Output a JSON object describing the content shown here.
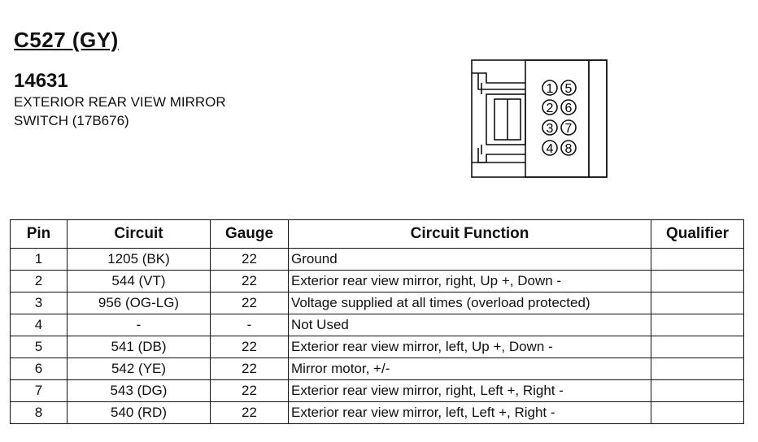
{
  "header": {
    "connector_id": "C527 (GY)",
    "part_number": "14631",
    "description_line1": "EXTERIOR REAR VIEW MIRROR",
    "description_line2": "SWITCH (17B676)"
  },
  "connector": {
    "pins_left": [
      "1",
      "2",
      "3",
      "4"
    ],
    "pins_right": [
      "5",
      "6",
      "7",
      "8"
    ]
  },
  "table": {
    "headers": [
      "Pin",
      "Circuit",
      "Gauge",
      "Circuit Function",
      "Qualifier"
    ],
    "rows": [
      {
        "pin": "1",
        "circuit": "1205 (BK)",
        "gauge": "22",
        "function": "Ground",
        "qualifier": ""
      },
      {
        "pin": "2",
        "circuit": "544 (VT)",
        "gauge": "22",
        "function": "Exterior rear view mirror, right, Up +, Down -",
        "qualifier": ""
      },
      {
        "pin": "3",
        "circuit": "956 (OG-LG)",
        "gauge": "22",
        "function": "Voltage supplied at all times (overload protected)",
        "qualifier": ""
      },
      {
        "pin": "4",
        "circuit": "-",
        "gauge": "-",
        "function": "Not Used",
        "qualifier": ""
      },
      {
        "pin": "5",
        "circuit": "541 (DB)",
        "gauge": "22",
        "function": "Exterior rear view mirror, left, Up +, Down -",
        "qualifier": ""
      },
      {
        "pin": "6",
        "circuit": "542 (YE)",
        "gauge": "22",
        "function": "Mirror motor, +/-",
        "qualifier": ""
      },
      {
        "pin": "7",
        "circuit": "543 (DG)",
        "gauge": "22",
        "function": "Exterior rear view mirror, right, Left +, Right -",
        "qualifier": ""
      },
      {
        "pin": "8",
        "circuit": "540 (RD)",
        "gauge": "22",
        "function": "Exterior rear view mirror, left, Left +, Right -",
        "qualifier": ""
      }
    ]
  }
}
